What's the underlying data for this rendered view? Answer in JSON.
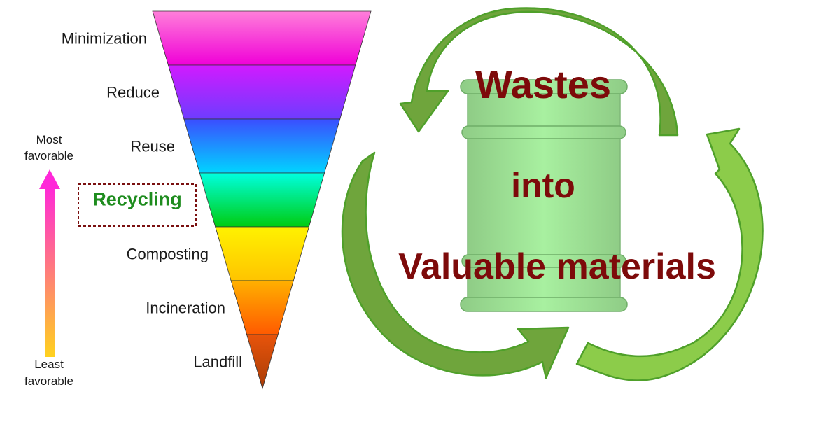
{
  "hierarchy": {
    "levels": [
      {
        "label": "Minimization",
        "color_top": "#ff7fd9",
        "color_bottom": "#f000d8"
      },
      {
        "label": "Reduce",
        "color_top": "#d21aff",
        "color_bottom": "#6e3cff"
      },
      {
        "label": "Reuse",
        "color_top": "#3b4dff",
        "color_bottom": "#00d4ff"
      },
      {
        "label": "Recycling",
        "color_top": "#00ffe0",
        "color_bottom": "#00cc10"
      },
      {
        "label": "Composting",
        "color_top": "#fff200",
        "color_bottom": "#ffc400"
      },
      {
        "label": "Incineration",
        "color_top": "#ffb000",
        "color_bottom": "#ff5a00"
      },
      {
        "label": "Landfill",
        "color_top": "#e8540a",
        "color_bottom": "#a83c08"
      }
    ],
    "highlighted_color": "#1e8c1e",
    "highlight_border_color": "#7a1010"
  },
  "scale": {
    "top_label_line1": "Most",
    "top_label_line2": "favorable",
    "bottom_label_line1": "Least",
    "bottom_label_line2": "favorable",
    "arrow_top_color": "#ff28d8",
    "arrow_bottom_color": "#ffd21e"
  },
  "cycle": {
    "line1": "Wastes",
    "line2": "into",
    "line3": "Valuable materials",
    "text_color": "#7d0a0a",
    "arrow_light": "#8ccc4a",
    "arrow_dark": "#6fa53c",
    "arrow_stroke": "#4fa02a",
    "barrel_light": "#a8f0a0",
    "barrel_dark": "#8fcc86"
  }
}
